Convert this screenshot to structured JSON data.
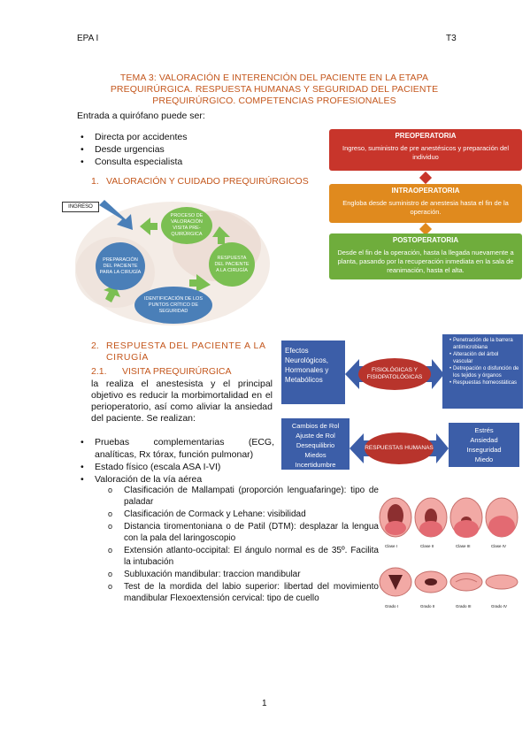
{
  "header": {
    "left": "EPA I",
    "right": "T3"
  },
  "title": "TEMA 3: VALORACIÓN E INTERENCIÓN DEL PACIENTE EN LA ETAPA PREQUIRÚRGICA. RESPUESTA HUMANAS Y SEGURIDAD DEL PACIENTE PREQUIRÚRGICO. COMPETENCIAS PROFESIONALES",
  "intro": "Entrada a quirófano puede ser:",
  "entry_list": [
    "Directa por accidentes",
    "Desde urgencias",
    "Consulta especialista"
  ],
  "section1": {
    "number": "1.",
    "title": "VALORACIÓN Y CUIDADO PREQUIRÚRGICOS"
  },
  "cycle_diagram": {
    "ingreso": "INGRESO",
    "nodes": [
      "PROCESO DE VALORACIÓN VISITA PRE-QUIRÚRGICA",
      "RESPUESTA DEL PACIENTE A LA CIRUGÍA",
      "IDENTIFICACIÓN DE LOS PUNTOS CRÍTICO DE SEGURIDAD",
      "PREPARACIÓN DEL PACIENTE PARA LA CIRUGÍA"
    ],
    "colors": {
      "blue": "#4a7fb8",
      "green": "#7bbf52",
      "arrow": "#4a7fb8"
    }
  },
  "phases": [
    {
      "title": "PREOPERATORIA",
      "text": "Ingreso, suministro de pre anestésicos y preparación del individuo",
      "color": "#c8352b"
    },
    {
      "title": "INTRAOPERATORIA",
      "text": "Engloba desde suministro de anestesia hasta el fin de la operación.",
      "color": "#e08a1e"
    },
    {
      "title": "POSTOPERATORIA",
      "text": "Desde el fin de la operación, hasta la llegada nuevamente a planta, pasando por la recuperación inmediata en la sala de reanimación, hasta el alta.",
      "color": "#6fad3c"
    }
  ],
  "section2": {
    "number": "2.",
    "title": "RESPUESTA DEL PACIENTE A LA CIRUGÍA"
  },
  "section21": {
    "number": "2.1.",
    "title": "VISITA PREQUIRÚRGICA"
  },
  "visit_text": "la realiza el anestesista y el principal objetivo es reducir la morbimortalidad en el perioperatorio, así como aliviar la ansiedad del paciente. Se realizan:",
  "tests_list": [
    "Pruebas complementarias (ECG, analíticas, Rx tórax, función pulmonar)",
    "Estado físico (escala ASA I-VI)",
    "Valoración de la vía aérea"
  ],
  "airway_list": [
    "Clasificación de Mallampati (proporción lenguafaringe): tipo de paladar",
    "Clasificación de Cormack y Lehane: visibilidad",
    "Distancia tiromentoniana o de Patil (DTM): desplazar la lengua con la pala del laringoscopio",
    "Extensión atlanto-occipital: El ángulo normal es de 35º. Facilita la intubación",
    "Subluxación mandibular: traccion mandibular",
    "Test de la mordida del labio superior: libertad del movimiento mandibular Flexoextensión cervical: tipo de cuello"
  ],
  "responses_diagram": {
    "left_box": "Efectos Neurológicos, Hormonales y Metabólicos",
    "oval1": "FISIOLÓGICAS Y FISIOPATOLÓGICAS",
    "right_box": [
      "Penetración de la barrera antimicrobiana",
      "Alteración del árbol vascular",
      "Detrepación o disfunción de los tejidos y órganos",
      "Respuestas homeostáticas"
    ],
    "left_box2": [
      "Cambios de Rol",
      "Ajuste de Rol",
      "Desequilibrio",
      "Miedos",
      "Incertidumbre"
    ],
    "oval2": "RESPUESTAS HUMANAS",
    "right_box2": [
      "Estrés",
      "Ansiedad",
      "Inseguridad",
      "Miedo"
    ],
    "colors": {
      "box": "#3c5ea8",
      "oval": "#b8342c",
      "arrow": "#3c5ea8"
    }
  },
  "mallampati": {
    "top_labels": [
      "Clase I",
      "Clase II",
      "Clase III",
      "Clase IV"
    ],
    "bottom_labels": [
      "Grado I",
      "Grado II",
      "Grado III",
      "Grado IV"
    ]
  },
  "page_number": "1"
}
